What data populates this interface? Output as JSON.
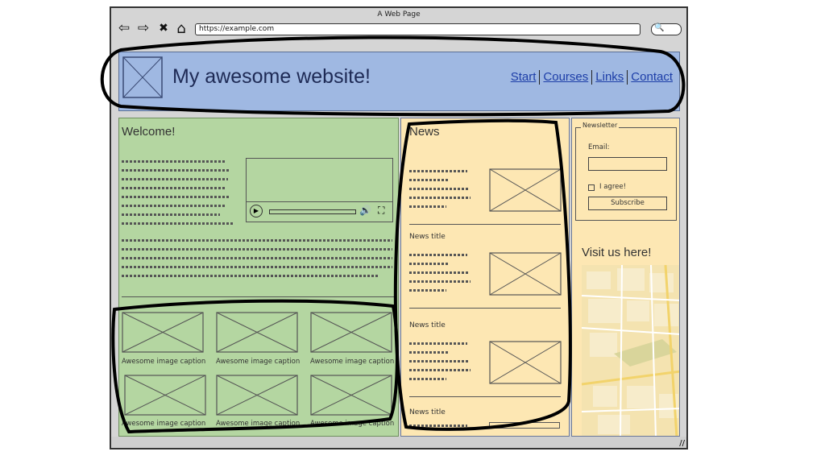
{
  "window": {
    "title": "A Web Page",
    "url": "https://example.com"
  },
  "toolbar": {
    "back_icon": "⇦",
    "forward_icon": "⇨",
    "close_icon": "✖",
    "home_icon": "⌂",
    "search_icon": "🔍"
  },
  "header": {
    "title": "My awesome website!",
    "menu": [
      "Start",
      "Courses",
      "Links",
      "Contact"
    ]
  },
  "main": {
    "welcome_heading": "Welcome!",
    "captions": [
      "Awesome image caption",
      "Awesome image caption",
      "Awesome image caption",
      "Awesome image caption",
      "Awesome image caption",
      "Awesome image caption"
    ]
  },
  "news": {
    "heading": "News",
    "item_titles": [
      "News title",
      "News title",
      "News title"
    ]
  },
  "newsletter": {
    "legend": "Newsletter",
    "email_label": "Email:",
    "checkbox_label": "I agree!",
    "subscribe_label": "Subscribe"
  },
  "visit": {
    "heading": "Visit us here!"
  },
  "colors": {
    "header_bg": "#9fb8e2",
    "main_bg": "#b4d6a1",
    "news_bg": "#fde7b3",
    "link": "#1d3ea8"
  }
}
